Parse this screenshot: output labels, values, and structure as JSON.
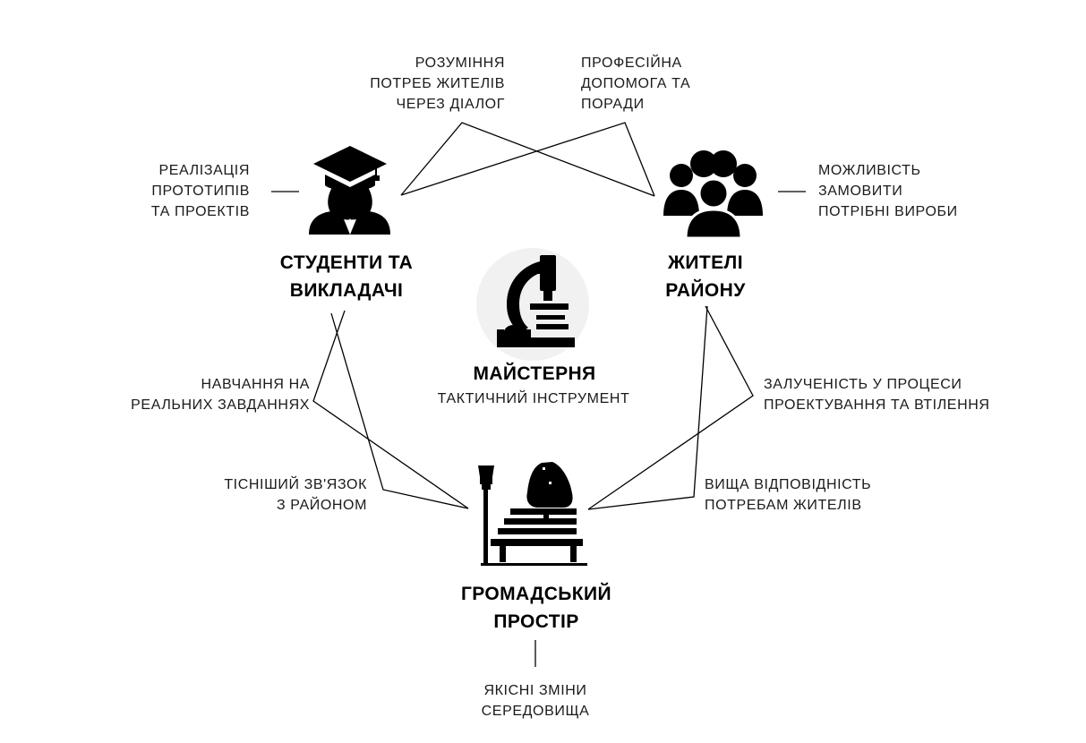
{
  "nodes": {
    "students": {
      "title_line1": "Студенти та",
      "title_line2": "викладачі",
      "icon": "graduate-icon"
    },
    "residents": {
      "title_line1": "Жителі",
      "title_line2": "району",
      "icon": "people-group-icon"
    },
    "public_space": {
      "title_line1": "Громадський",
      "title_line2": "простір",
      "icon": "park-bench-icon"
    },
    "workshop": {
      "title": "Майстерня",
      "subtitle": "Тактичний інструмент",
      "icon": "microscope-icon"
    }
  },
  "labels": {
    "understanding": {
      "line1": "Розуміння",
      "line2": "потреб жителів",
      "line3": "через діалог"
    },
    "professional_help": {
      "line1": "Професійна",
      "line2": "допомога та",
      "line3": "поради"
    },
    "prototypes": {
      "line1": "Реалізація",
      "line2": "прототипів",
      "line3": "та проектів"
    },
    "order_products": {
      "line1": "Можливість",
      "line2": "замовити",
      "line3": "потрібні вироби"
    },
    "learning": {
      "line1": "Навчання на",
      "line2": "реальних завданнях"
    },
    "closer_link": {
      "line1": "Тісніший зв'язок",
      "line2": "з районом"
    },
    "involvement": {
      "line1": "Залученість у процеси",
      "line2": "проектування та втілення"
    },
    "higher_fit": {
      "line1": "Вища відповідність",
      "line2": "потребам жителів"
    },
    "quality_changes": {
      "line1": "Якісні зміни",
      "line2": "середовища"
    }
  },
  "colors": {
    "ink": "#000000",
    "text": "#1a1a1a",
    "center_circle": "#f1f1f1"
  }
}
